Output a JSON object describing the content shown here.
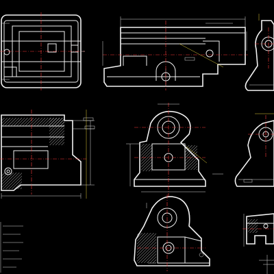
{
  "drawing": {
    "background": "#000000",
    "line_color": "#f2f2f2",
    "centerline_color": "#ff3b3b",
    "dimension_color": "#e6d23a",
    "views": [
      "top-view-left",
      "front-section-top",
      "side-view-top-right",
      "section-view-left",
      "front-view-middle",
      "side-view-right",
      "isometric-bottom",
      "detail-bottom-right"
    ]
  }
}
